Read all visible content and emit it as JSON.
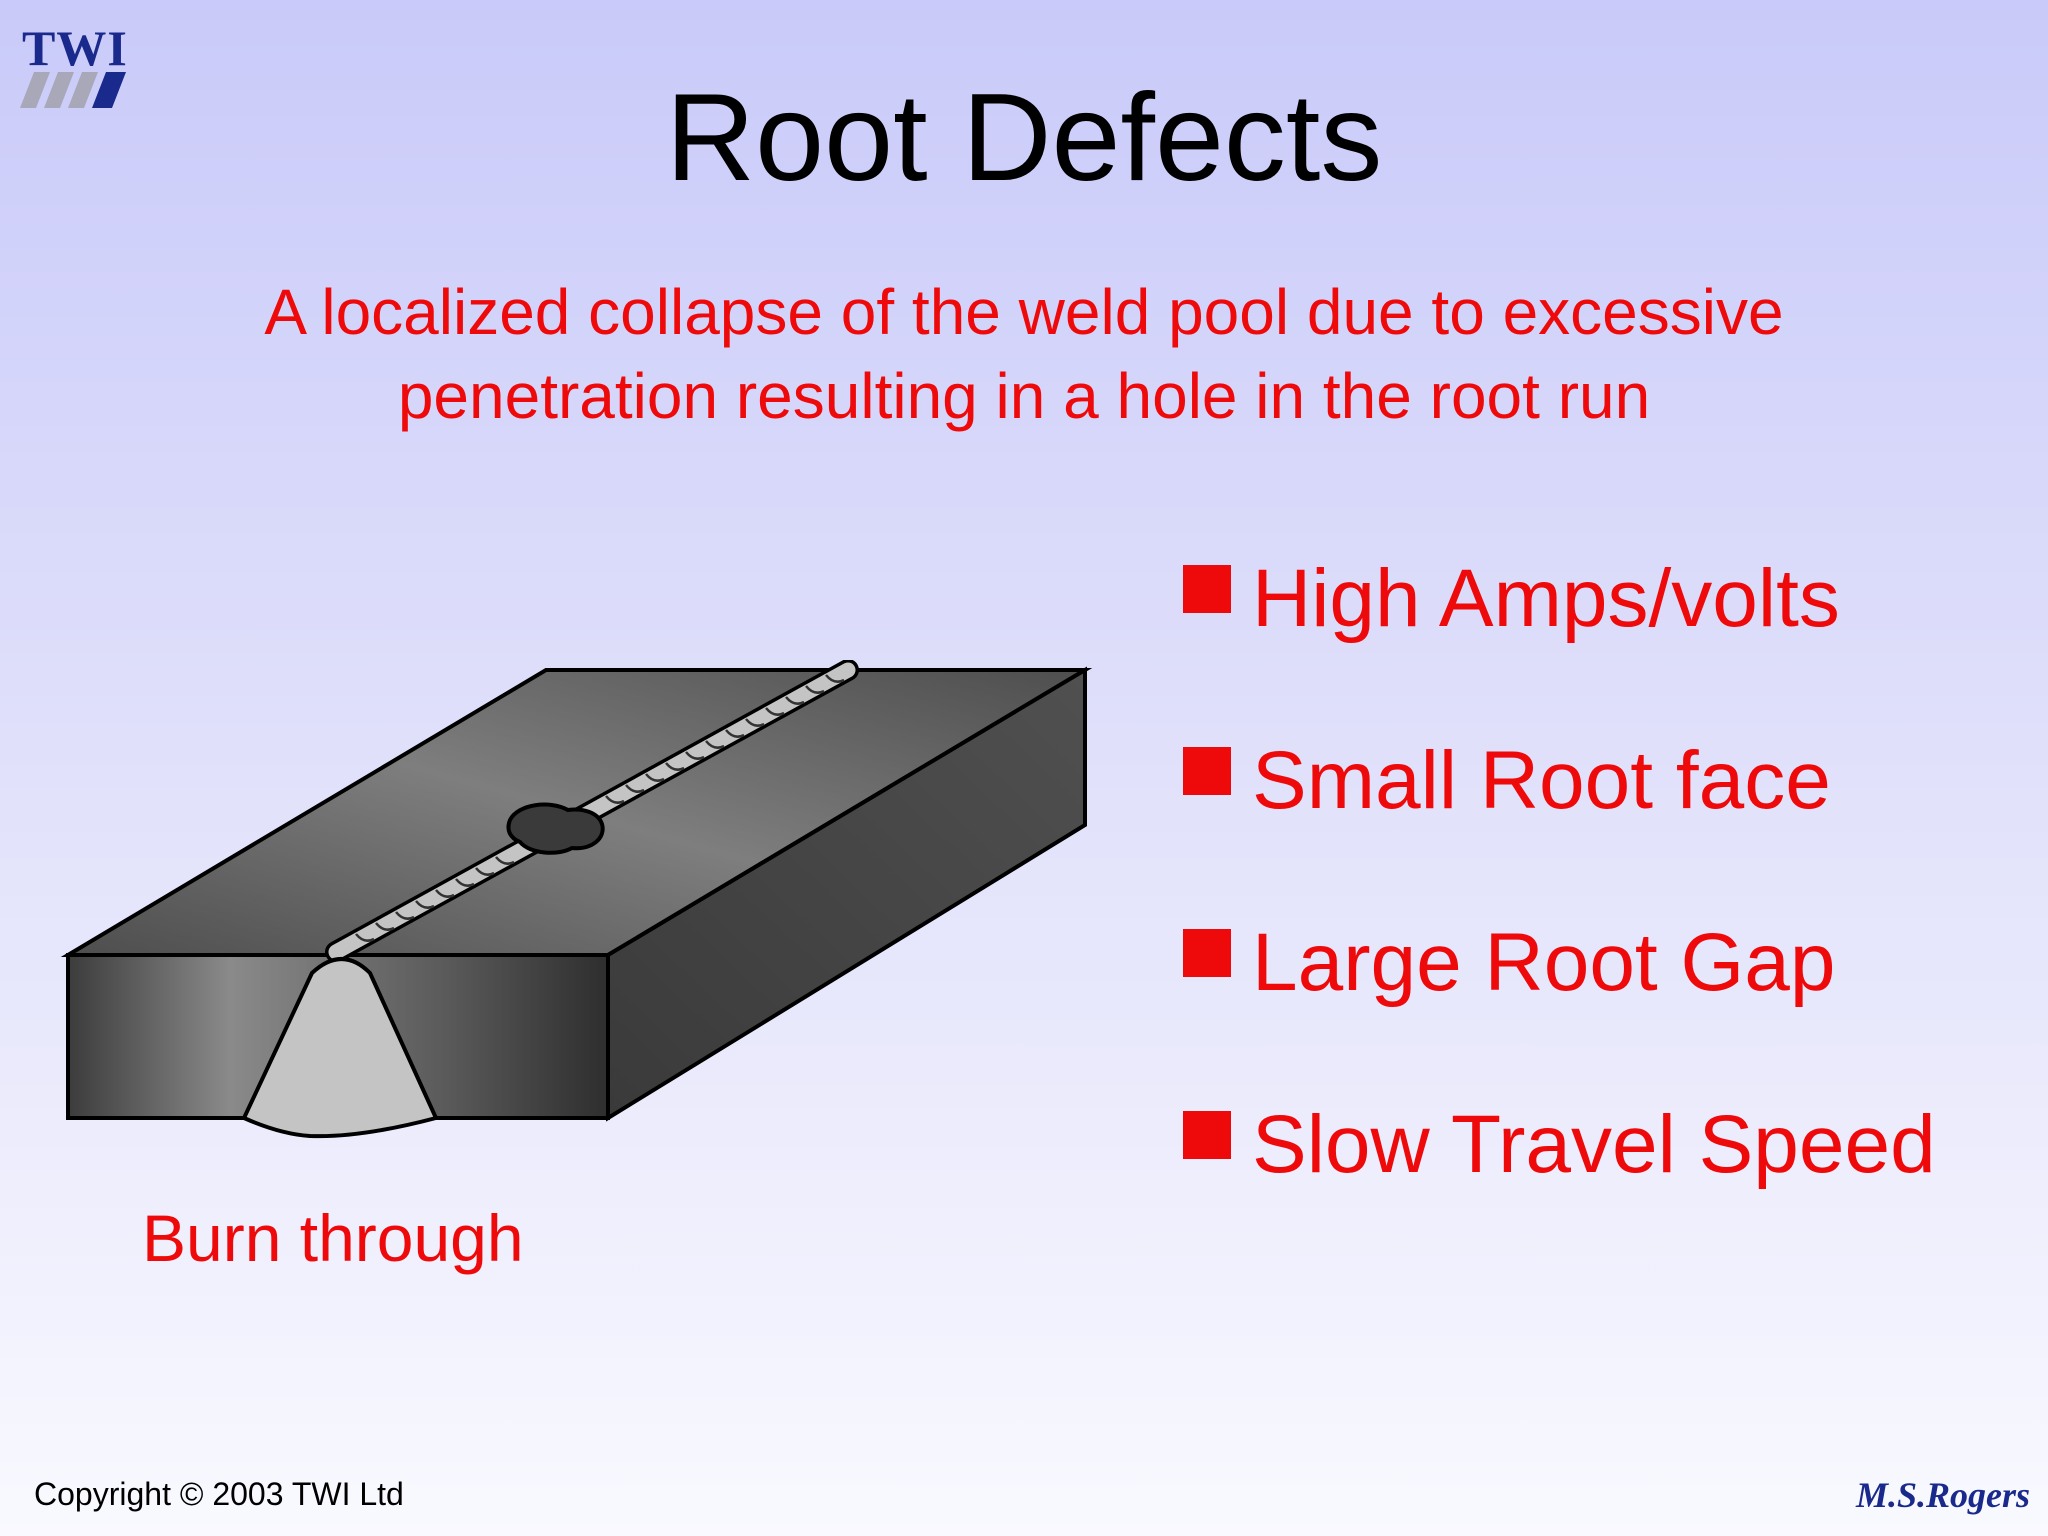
{
  "logo": {
    "text": "TWI"
  },
  "title": "Root Defects",
  "subtitle": {
    "line1": "A localized collapse of the weld pool due to excessive",
    "line2": "penetration resulting in a hole in the root run"
  },
  "figure": {
    "caption": "Burn through"
  },
  "bullets": [
    {
      "label": "High Amps/volts"
    },
    {
      "label": "Small Root face"
    },
    {
      "label": "Large Root Gap"
    },
    {
      "label": "Slow Travel Speed"
    }
  ],
  "footer": {
    "copyright": "Copyright © 2003 TWI Ltd",
    "author": "M.S.Rogers"
  },
  "colors": {
    "accent": "#ee0a0a",
    "logo": "#1a2a8c",
    "plate_dark": "#4a4a4a",
    "weld": "#c4c4c4"
  }
}
